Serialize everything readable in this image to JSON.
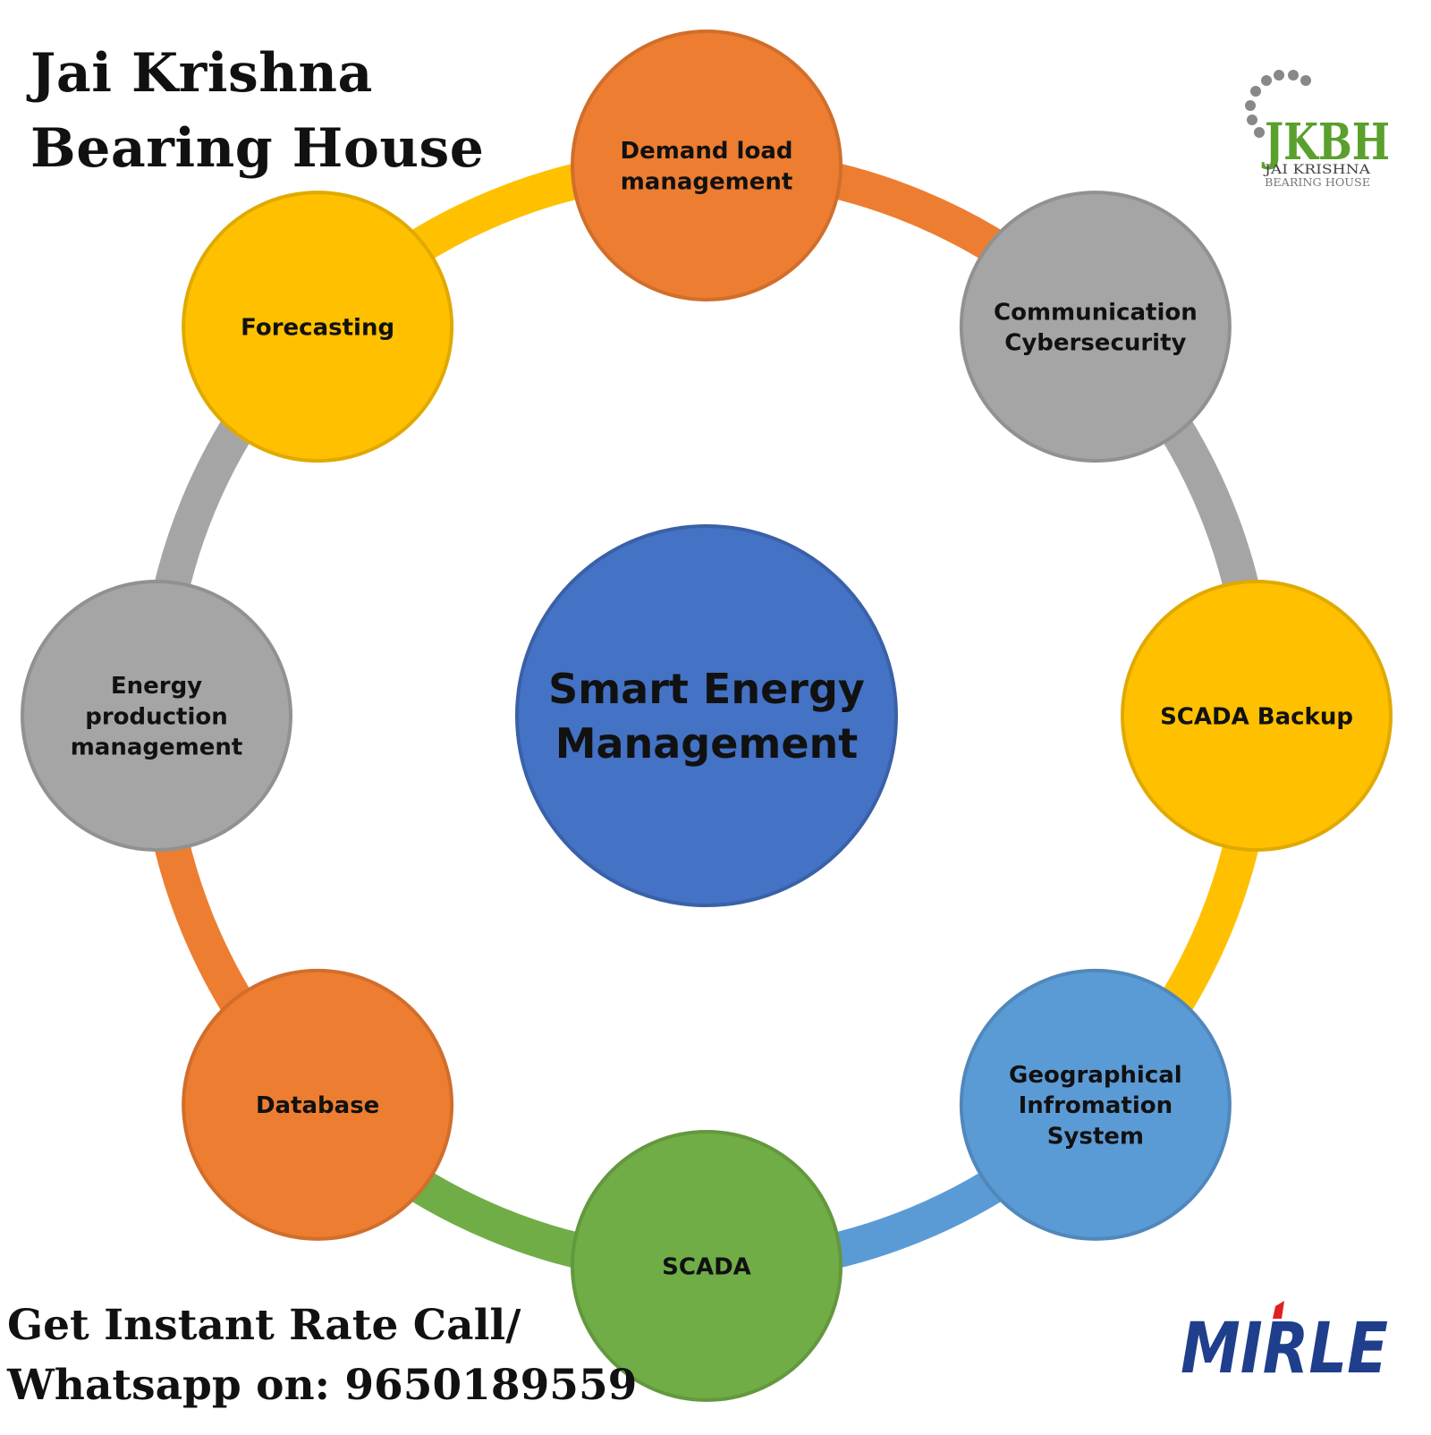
{
  "header": {
    "company_line1": "Jai Krishna",
    "company_line2": "Bearing House"
  },
  "contact": {
    "line1": "Get Instant Rate Call/",
    "line2": "Whatsapp on: 9650189559"
  },
  "logos": {
    "jkbh": {
      "mark": "JKBH",
      "line1": "JAI KRISHNA",
      "line2": "BEARING HOUSE",
      "color": "#5aa02c"
    },
    "mirle": {
      "text": "MIRLE",
      "color": "#1f3e8c",
      "accent": "#e02020"
    }
  },
  "diagram": {
    "center": {
      "lines": [
        "Smart Energy",
        "Management"
      ],
      "color": "#4472c4"
    },
    "nodes": [
      {
        "lines": [
          "Demand load",
          "management"
        ],
        "color": "#ed7d31"
      },
      {
        "lines": [
          "Communication",
          "Cybersecurity"
        ],
        "color": "#a5a5a5"
      },
      {
        "lines": [
          "SCADA Backup"
        ],
        "color": "#ffc000"
      },
      {
        "lines": [
          "Geographical",
          "Infromation",
          "System"
        ],
        "color": "#5b9bd5"
      },
      {
        "lines": [
          "SCADA"
        ],
        "color": "#70ad47"
      },
      {
        "lines": [
          "Database"
        ],
        "color": "#ed7d31"
      },
      {
        "lines": [
          "Energy",
          "production",
          "management"
        ],
        "color": "#a5a5a5"
      },
      {
        "lines": [
          "Forecasting"
        ],
        "color": "#ffc000"
      }
    ]
  }
}
